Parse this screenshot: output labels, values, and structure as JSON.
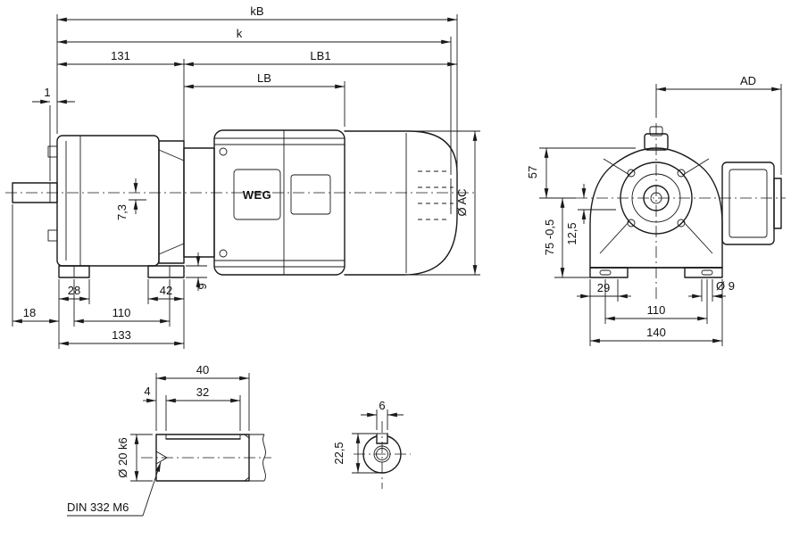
{
  "page": {
    "background": "#ffffff",
    "line_color": "#1a1a1a"
  },
  "logo": {
    "text": "WEG"
  },
  "side_view": {
    "kB": "kB",
    "k": "k",
    "len131": "131",
    "LB1": "LB1",
    "LB": "LB",
    "gap1": "1",
    "diaAC": "Ø AC",
    "off73": "7,3",
    "foot9": "9",
    "foot28": "28",
    "foot42": "42",
    "end18": "18",
    "holes110": "110",
    "feet133": "133"
  },
  "front_view": {
    "AD": "AD",
    "h57": "57",
    "h75": "75 -0,5",
    "h125": "12,5",
    "e29": "29",
    "dia9": "Ø 9",
    "holes110": "110",
    "w140": "140"
  },
  "shaft_detail": {
    "len40": "40",
    "ch4": "4",
    "key32": "32",
    "dia20": "Ø 20 k6",
    "note": "DIN 332 M6"
  },
  "shaft_section": {
    "w6": "6",
    "h225": "22,5"
  }
}
